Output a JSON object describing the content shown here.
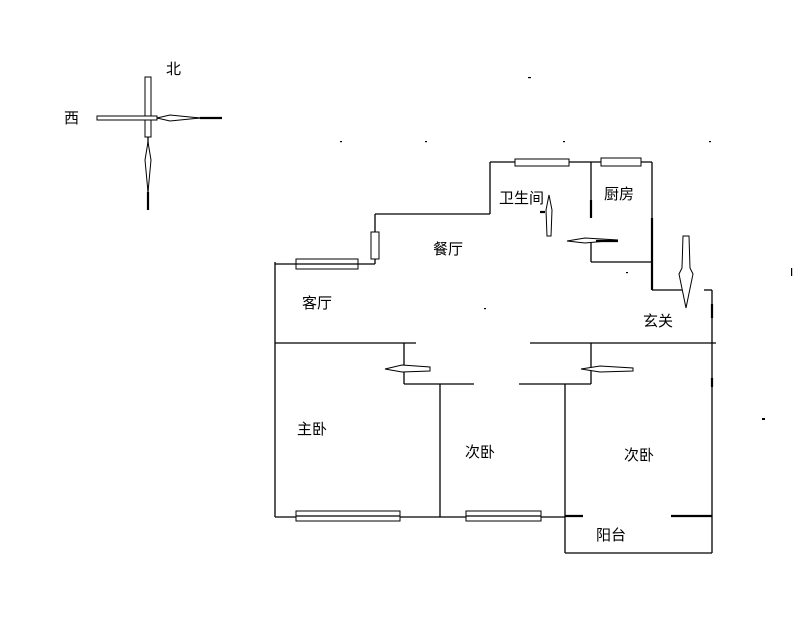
{
  "compass": {
    "north": "北",
    "west": "西"
  },
  "rooms": {
    "bathroom": "卫生间",
    "kitchen": "厨房",
    "dining": "餐厅",
    "living": "客厅",
    "entrance": "玄关",
    "master_bedroom": "主卧",
    "second_bedroom_a": "次卧",
    "second_bedroom_b": "次卧",
    "balcony": "阳台"
  },
  "colors": {
    "line": "#000000",
    "background": "#ffffff"
  }
}
